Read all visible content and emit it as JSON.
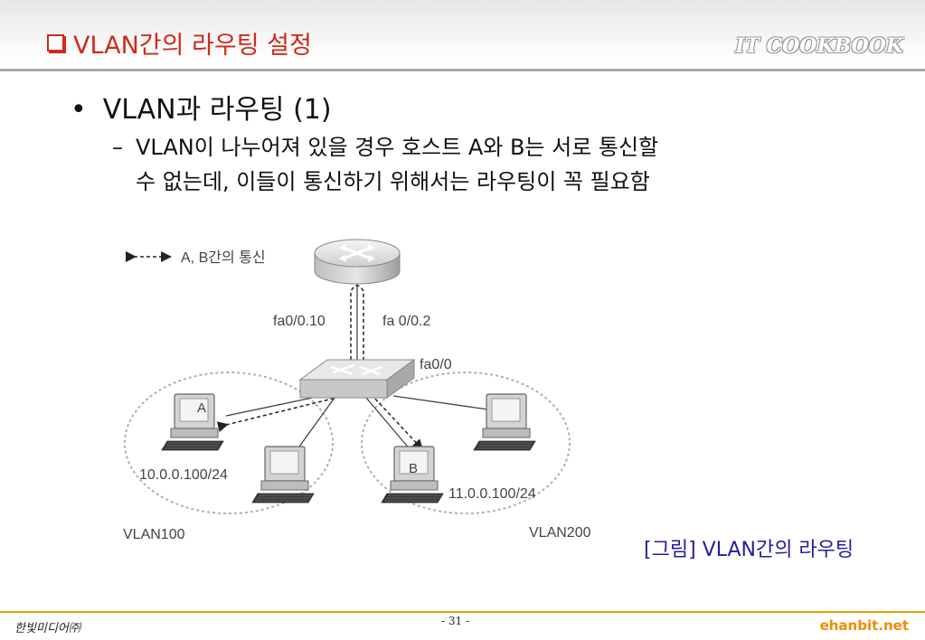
{
  "header": {
    "title": "VLAN간의 라우팅 설정",
    "brand": "IT COOKBOOK"
  },
  "content": {
    "bullet": "VLAN과 라우팅 (1)",
    "sub_line1": "VLAN이 나누어져 있을 경우 호스트 A와 B는 서로 통신할",
    "sub_line2": "수 없는데, 이들이 통신하기 위해서는 라우팅이 꼭 필요함"
  },
  "diagram": {
    "legend": "A, B간의 통신",
    "iface_left": "fa0/0.10",
    "iface_right": "fa 0/0.2",
    "iface_switch": "fa0/0",
    "host_a": "A",
    "host_b": "B",
    "ip_a": "10.0.0.100/24",
    "ip_b": "11.0.0.100/24",
    "vlan_left": "VLAN100",
    "vlan_right": "VLAN200"
  },
  "caption": "[그림] VLAN간의 라우팅",
  "footer": {
    "publisher": "한빛미디어㈜",
    "page": "- 31 -",
    "site": "ehanbit.net"
  }
}
